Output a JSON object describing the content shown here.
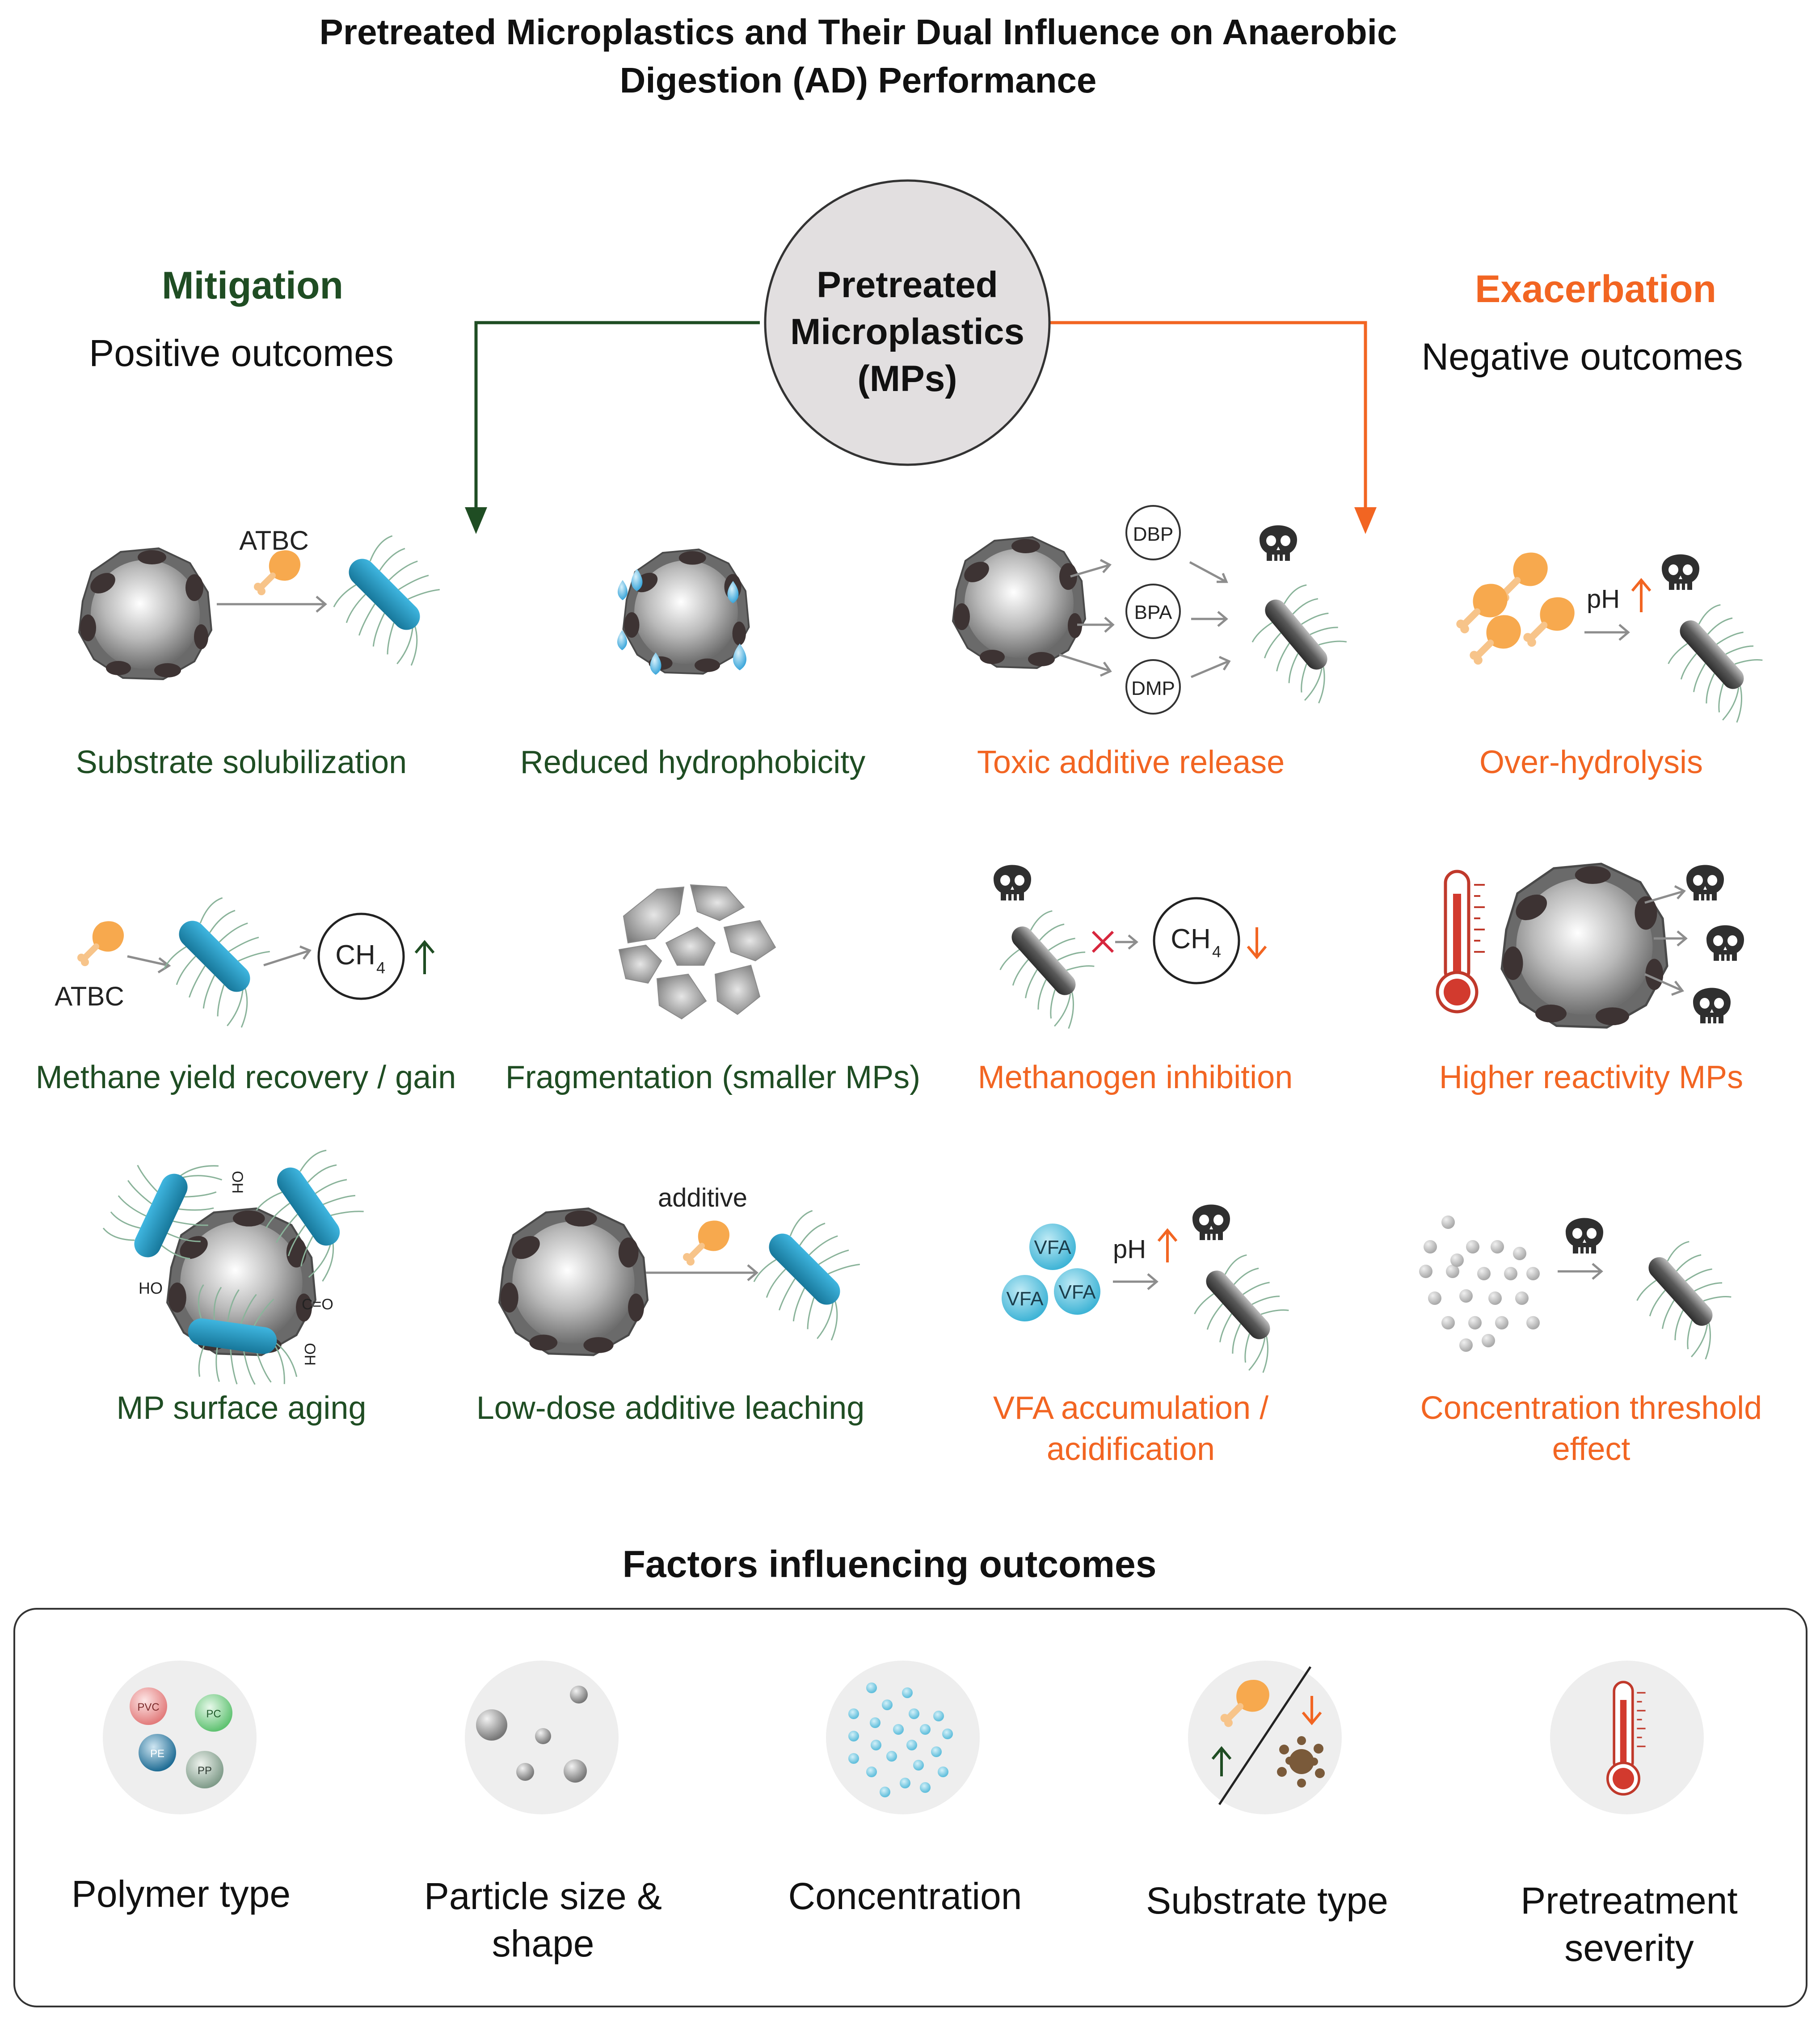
{
  "title_line1": "Pretreated Microplastics and Their Dual Influence on Anaerobic",
  "title_line2": "Digestion (AD) Performance",
  "center": {
    "line1": "Pretreated",
    "line2": "Microplastics",
    "line3": "(MPs)"
  },
  "left": {
    "heading": "Mitigation",
    "sub": "Positive outcomes"
  },
  "right": {
    "heading": "Exacerbation",
    "sub": "Negative outcomes"
  },
  "colors": {
    "positive": "#1f4d23",
    "negative": "#f26522",
    "bacteria_blue": "#1f8fb8",
    "gray_bacteria": "#555555"
  },
  "panels": {
    "p1": {
      "caption": "Substrate solubilization",
      "label": "ATBC"
    },
    "p2": {
      "caption": "Reduced hydrophobicity"
    },
    "p3": {
      "caption": "Toxic additive release",
      "chem1": "DBP",
      "chem2": "BPA",
      "chem3": "DMP"
    },
    "p4": {
      "caption": "Over-hydrolysis",
      "label": "pH"
    },
    "p5": {
      "caption": "Methane yield recovery / gain",
      "label": "ATBC",
      "ch": "CH",
      "sub4": "4"
    },
    "p6": {
      "caption": "Fragmentation (smaller MPs)"
    },
    "p7": {
      "caption": "Methanogen inhibition",
      "ch": "CH",
      "sub4": "4"
    },
    "p8": {
      "caption": "Higher reactivity MPs"
    },
    "p9": {
      "caption": "MP surface aging",
      "g1": "OH",
      "g2": "HO",
      "g3": "C=O",
      "g4": "OH"
    },
    "p10": {
      "caption": "Low-dose additive leaching",
      "label": "additive"
    },
    "p11": {
      "caption_line1": "VFA accumulation /",
      "caption_line2": "acidification",
      "vfa": "VFA",
      "label": "pH"
    },
    "p12": {
      "caption_line1": "Concentration threshold",
      "caption_line2": "effect"
    }
  },
  "factors": {
    "heading": "Factors influencing outcomes",
    "items": [
      {
        "label_line1": "Polymer type",
        "label_line2": ""
      },
      {
        "label_line1": "Particle size &",
        "label_line2": "shape"
      },
      {
        "label_line1": "Concentration",
        "label_line2": ""
      },
      {
        "label_line1": "Substrate type",
        "label_line2": ""
      },
      {
        "label_line1": "Pretreatment",
        "label_line2": "severity"
      }
    ],
    "polymers": [
      "PVC",
      "PC",
      "PE",
      "PP"
    ]
  }
}
